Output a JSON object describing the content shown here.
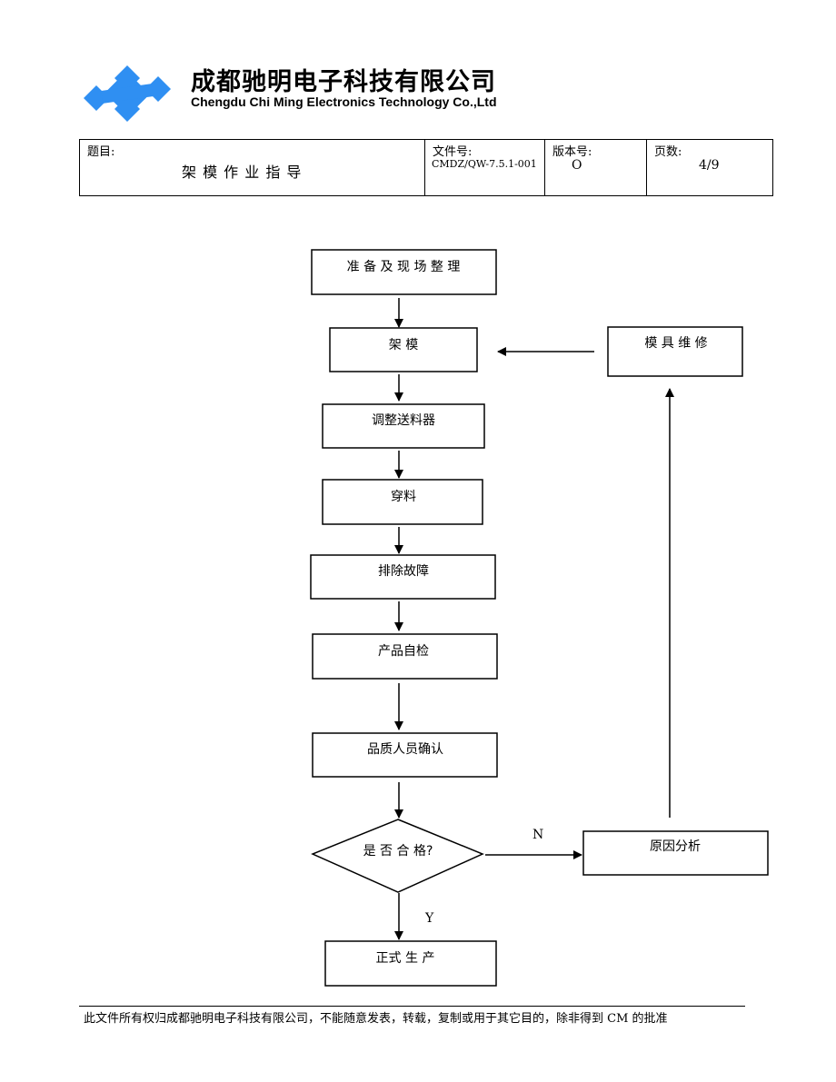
{
  "header": {
    "company_cn": "成都驰明电子科技有限公司",
    "company_en": "Chengdu Chi Ming Electronics Technology Co.,Ltd",
    "logo_color": "#2f8ff2"
  },
  "info_table": {
    "subject_label": "题目:",
    "subject_value": "架 模 作 业 指 导",
    "doc_no_label": "文件号:",
    "doc_no_value": "CMDZ/QW-7.5.1-001",
    "version_label": "版本号:",
    "version_value": "O",
    "page_label": "页数:",
    "page_value": "4/9"
  },
  "flowchart": {
    "steps": {
      "prepare": "准 备 及 现 场 整 理",
      "mount_mold": "架 模",
      "adjust_feeder": "调整送料器",
      "threading": "穿料",
      "troubleshoot": "排除故障",
      "self_inspect": "产品自检",
      "qc_confirm": "品质人员确认",
      "decision": "是 否 合 格?",
      "production": "正式 生 产",
      "cause_analysis": "原因分析",
      "mold_repair": "模 具 维 修"
    },
    "label_no": "N",
    "label_yes": "Y"
  },
  "footer": {
    "text": "此文件所有权归成都驰明电子科技有限公司，不能随意发表，转载，复制或用于其它目的，除非得到 CM 的批准"
  }
}
